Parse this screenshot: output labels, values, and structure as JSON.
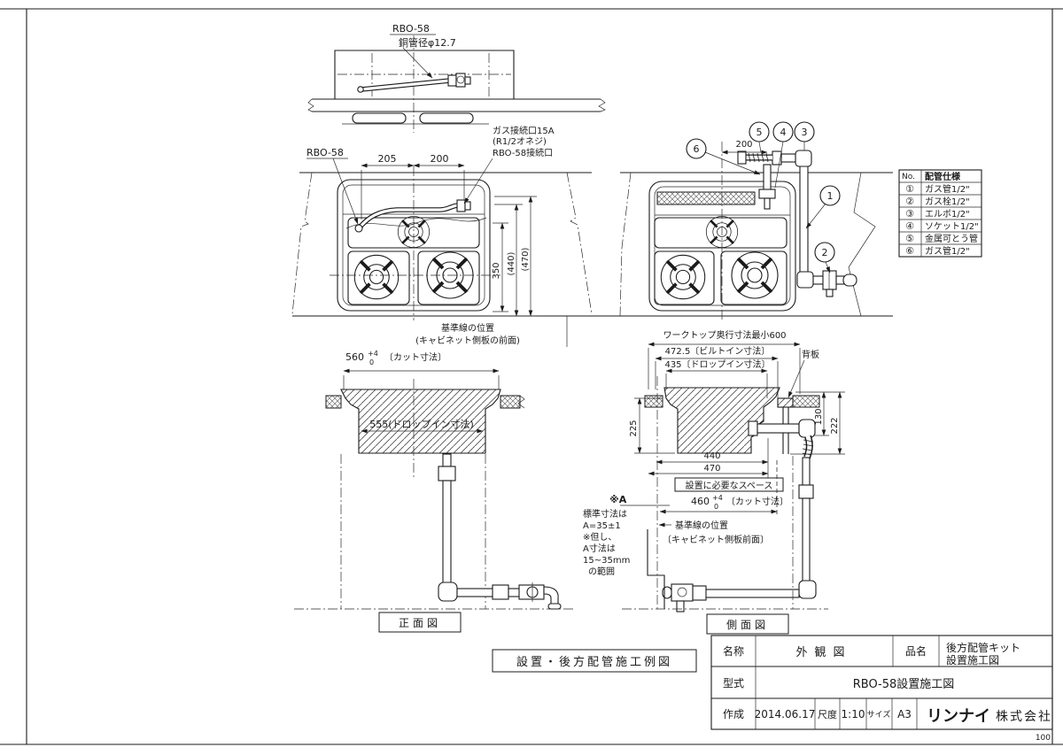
{
  "page_number": "100",
  "caption": {
    "text": "設置・後方配管施工例図"
  },
  "top_detail": {
    "model": "RBO-58",
    "pipe_dia": "銅管径φ12.7"
  },
  "plan_left": {
    "model": "RBO-58",
    "dim_205": "205",
    "dim_200": "200",
    "gas_port_1": "ガス接続口15A",
    "gas_port_2": "(R1/2オネジ)",
    "gas_port_3": "RBO-58接続口",
    "dim_350": "350",
    "dim_440": "(440)",
    "dim_470": "(470)",
    "baseline_1": "基準線の位置",
    "baseline_2": "(キャビネット側板の前面)"
  },
  "pipe_table": {
    "col_no": "No.",
    "col_spec": "配管仕様",
    "rows": [
      {
        "no": "①",
        "label": "ガス管1/2\""
      },
      {
        "no": "②",
        "label": "ガス栓1/2\""
      },
      {
        "no": "③",
        "label": "エルボ1/2\""
      },
      {
        "no": "④",
        "label": "ソケット1/2\""
      },
      {
        "no": "⑤",
        "label": "金属可とう管"
      },
      {
        "no": "⑥",
        "label": "ガス管1/2\""
      }
    ]
  },
  "plan_right": {
    "dim_200": "200",
    "balloons": {
      "b1": "1",
      "b2": "2",
      "b3": "3",
      "b4": "4",
      "b5": "5",
      "b6": "6"
    }
  },
  "front_view": {
    "dim_560": "560",
    "tol_top": "+4",
    "tol_bottom": "0",
    "cut_label": "〔カット寸法〕",
    "dim_555": "555(ドロップイン寸法)",
    "title": "正面図"
  },
  "side_view": {
    "dim_600": "ワークトップ奥行寸法最小600",
    "dim_472": "472.5〔ビルトイン寸法〕",
    "dim_435": "435〔ドロップイン寸法〕",
    "back_panel": "背板",
    "dim_225": "225",
    "dim_130": "130",
    "dim_222": "222",
    "dim_440": "440",
    "dim_470": "470",
    "space_label": "設置に必要なスペース",
    "dim_460": "460",
    "tol_top": "+4",
    "tol_bottom": "0",
    "cut_label": "〔カット寸法〕",
    "note_head": "※A",
    "note_lines": [
      "標準寸法は",
      "A=35±1",
      "※但し、",
      "A寸法は",
      "15~35mm",
      "の範囲"
    ],
    "baseline_1": "基準線の位置",
    "baseline_2": "〔キャビネット側板前面〕",
    "title": "側面図"
  },
  "title_block": {
    "name_label": "名称",
    "name_value": "外観図",
    "product_label": "品名",
    "product_value_1": "後方配管キット",
    "product_value_2": "設置施工図",
    "model_label": "型式",
    "model_value": "RBO-58設置施工図",
    "created_label": "作成",
    "created_value": "2014.06.17",
    "scale_label": "尺度",
    "scale_value": "1:10",
    "size_label": "サイズ",
    "size_value": "A3",
    "company_1": "リンナイ",
    "company_2": "株式会社"
  }
}
